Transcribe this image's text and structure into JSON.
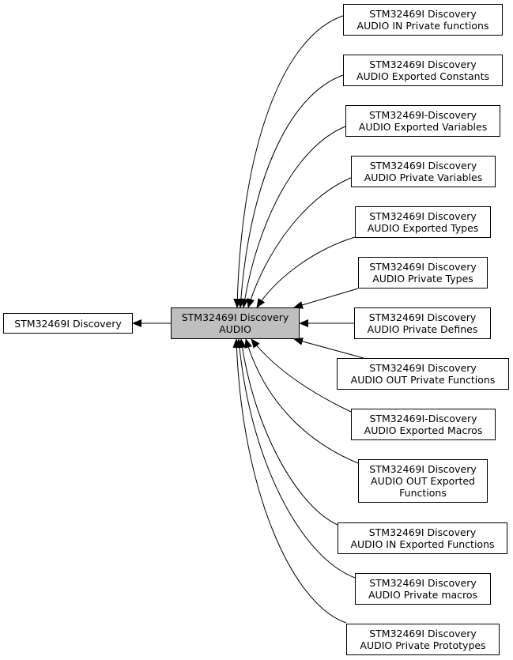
{
  "parent": {
    "lines": [
      "STM32469I Discovery"
    ]
  },
  "current": {
    "lines": [
      "STM32469I Discovery",
      "AUDIO"
    ]
  },
  "children": [
    {
      "lines": [
        "STM32469I Discovery",
        "AUDIO IN Private functions"
      ]
    },
    {
      "lines": [
        "STM32469I Discovery",
        "AUDIO Exported Constants"
      ]
    },
    {
      "lines": [
        "STM32469I-Discovery",
        "AUDIO Exported Variables"
      ]
    },
    {
      "lines": [
        "STM32469I Discovery",
        "AUDIO Private Variables"
      ]
    },
    {
      "lines": [
        "STM32469I Discovery",
        "AUDIO Exported Types"
      ]
    },
    {
      "lines": [
        "STM32469I Discovery",
        "AUDIO Private Types"
      ]
    },
    {
      "lines": [
        "STM32469I Discovery",
        "AUDIO Private Defines"
      ]
    },
    {
      "lines": [
        "STM32469I Discovery",
        "AUDIO OUT Private Functions"
      ]
    },
    {
      "lines": [
        "STM32469I-Discovery",
        "AUDIO Exported Macros"
      ]
    },
    {
      "lines": [
        "STM32469I Discovery",
        "AUDIO OUT Exported",
        "Functions"
      ]
    },
    {
      "lines": [
        "STM32469I Discovery",
        "AUDIO IN Exported Functions"
      ]
    },
    {
      "lines": [
        "STM32469I Discovery",
        "AUDIO Private macros"
      ]
    },
    {
      "lines": [
        "STM32469I Discovery",
        "AUDIO Private Prototypes"
      ]
    }
  ],
  "colors": {
    "current_fill": "#bfbfbf",
    "node_fill": "#ffffff",
    "edge": "#000000"
  }
}
